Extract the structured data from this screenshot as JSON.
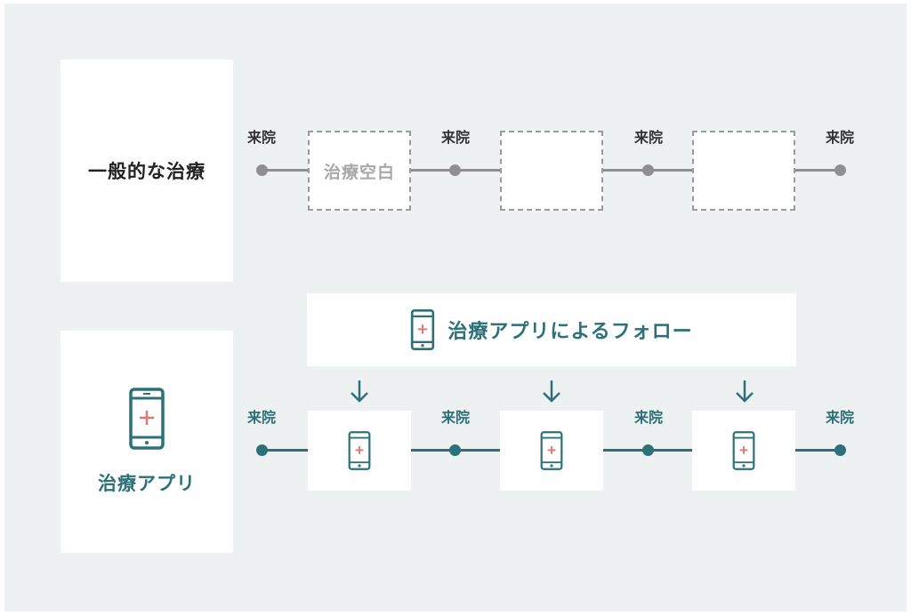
{
  "colors": {
    "background": "#eef1f2",
    "gray_line": "#8f8f8f",
    "teal": "#2c7078",
    "accent_red": "#e07a70",
    "dashed_border": "#9a9a9a"
  },
  "general": {
    "label": "一般的な治療",
    "visit_label": "来院",
    "gap_label": "治療空白"
  },
  "app": {
    "label": "治療アプリ",
    "visit_label": "来院",
    "banner_text": "治療アプリによるフォロー",
    "icon": "smartphone-medical-icon",
    "arrow_icon": "arrow-down-icon"
  }
}
